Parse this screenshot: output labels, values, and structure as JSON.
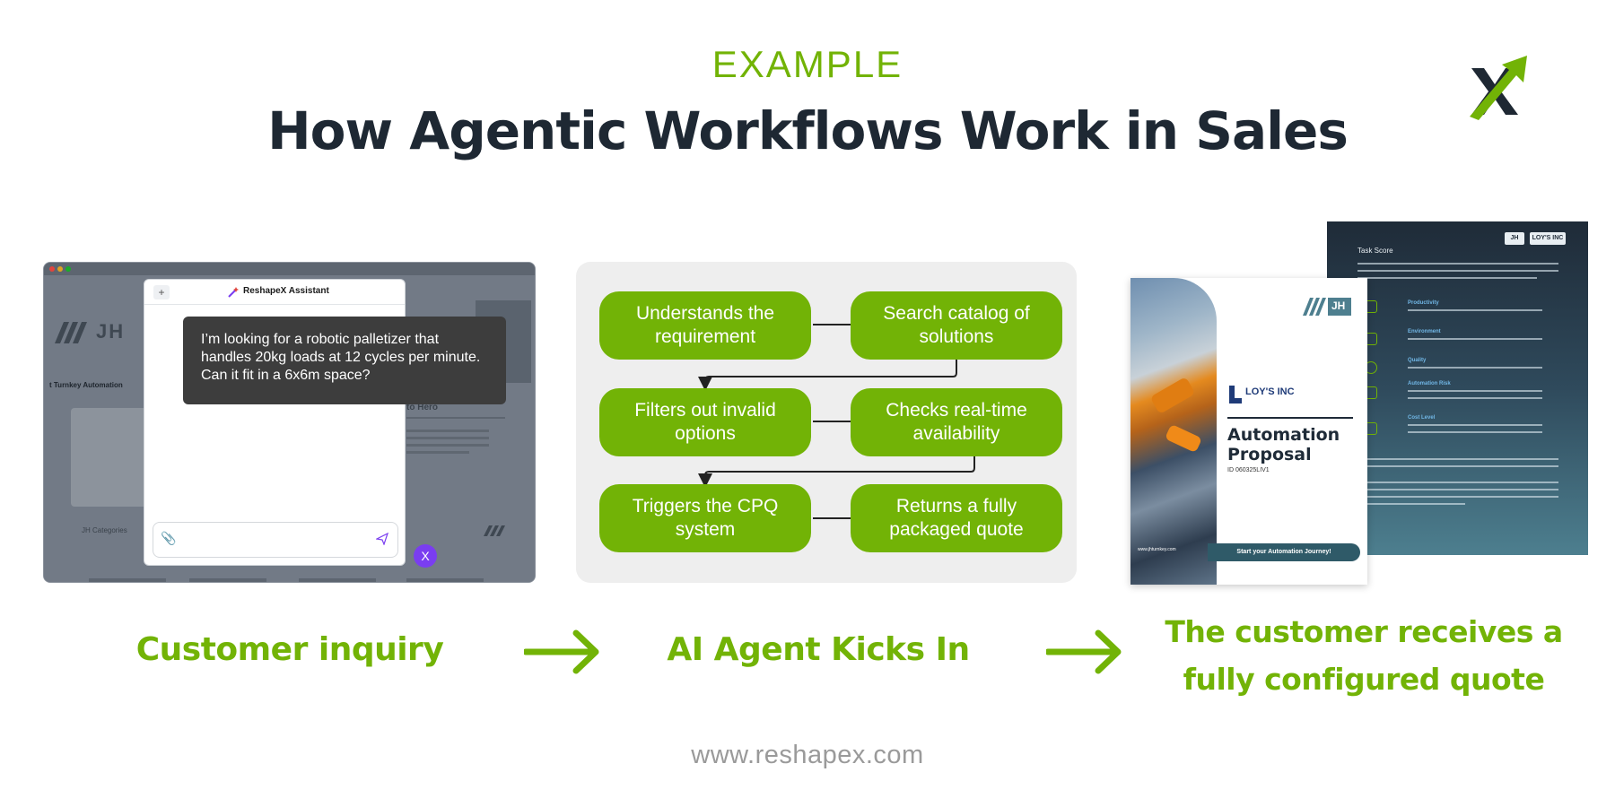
{
  "header": {
    "eyebrow": "EXAMPLE",
    "title": "How Agentic Workflows Work in Sales"
  },
  "logo": {
    "icon": "reshapex-x-arrow-logo",
    "accent_color": "#72b306",
    "dark_color": "#1e2833"
  },
  "panel_inquiry": {
    "site_brand": "JH",
    "site_name": "t Turnkey Automation",
    "site_hero": "to Hero",
    "site_categories": "JH Categories",
    "assistant_title": "ReshapeX Assistant",
    "plus_label": "+",
    "message": "I’m looking for a robotic palletizer that handles 20kg loads at 12 cycles per minute. Can it fit in a 6x6m space?",
    "close_label": "X"
  },
  "panel_flow": {
    "steps": [
      "Understands the requirement",
      "Search catalog of solutions",
      "Filters out invalid options",
      "Checks real-time availability",
      "Triggers the CPQ system",
      "Returns a fully packaged quote"
    ]
  },
  "panel_quote": {
    "back_sheet": {
      "title": "Task Score",
      "logo_left": "JH",
      "logo_right": "LOY'S INC",
      "keys": [
        "Productivity",
        "Environment",
        "Quality",
        "Automation Risk",
        "Cost Level"
      ]
    },
    "front_sheet": {
      "jh_logo": "JH",
      "brand": "LOY'S INC",
      "title": "Automation Proposal",
      "id": "ID 060325LIV1",
      "cta": "Start your Automation Journey!",
      "url": "www.jhturnkey.com"
    }
  },
  "labels": {
    "step1": "Customer inquiry",
    "step2": "AI Agent Kicks In",
    "step3": "The customer receives a fully configured quote"
  },
  "footer": {
    "url": "www.reshapex.com"
  },
  "colors": {
    "accent": "#72b306",
    "title": "#1e2833",
    "panel_bg": "#eeeeee",
    "footer": "#9a9a9a"
  }
}
